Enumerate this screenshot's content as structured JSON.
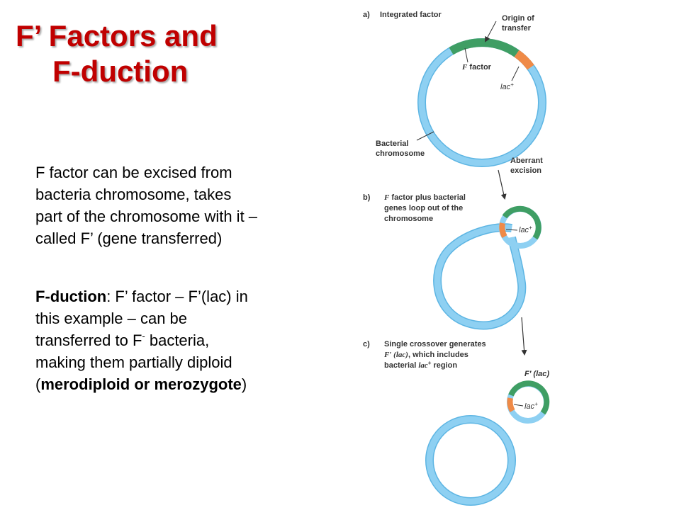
{
  "title": {
    "line1": "F’ Factors and",
    "line2": "F-duction"
  },
  "paragraph1": {
    "line1": "F factor can be excised from",
    "line2": "bacteria chromosome, takes",
    "line3": "part of the chromosome with it –",
    "line4": "called F’ (gene transferred)"
  },
  "paragraph2": {
    "term": "F-duction",
    "line1_rest": ": F’ factor – F’(lac) in",
    "line2": "this example – can be",
    "line3_pre": "transferred to F",
    "line3_sup": "-",
    "line3_post": " bacteria,",
    "line4": "making them partially diploid",
    "line5_open": "(",
    "line5_bold": "merodiploid or merozygote",
    "line5_close": ")"
  },
  "figure": {
    "panel_a": {
      "letter": "a)",
      "caption": "Integrated factor",
      "origin_line1": "Origin of",
      "origin_line2": "transfer",
      "f_factor_italic": "F",
      "f_factor_rest": " factor",
      "lac_italic": "lac",
      "lac_sup": "+",
      "chromosome_line1": "Bacterial",
      "chromosome_line2": "chromosome"
    },
    "aberrant_line1": "Aberrant",
    "aberrant_line2": "excision",
    "panel_b": {
      "letter": "b)",
      "line1_italic": "F",
      "line1_rest": " factor plus bacterial",
      "line2": "genes loop out of the",
      "line3": "chromosome",
      "lac_italic": "lac",
      "lac_sup": "+"
    },
    "panel_c": {
      "letter": "c)",
      "line1": "Single crossover generates",
      "line2_italic": "F′ (lac)",
      "line2_rest": ", which includes",
      "line3_pre": "bacterial ",
      "line3_italic": "lac",
      "line3_sup": "+",
      "line3_post": " region",
      "plasmid_label": "F′ (lac)",
      "lac_italic": "lac",
      "lac_sup": "+"
    },
    "colors": {
      "chromosome": "#8ed0f2",
      "chromosome_edge": "#5db5e3",
      "f_factor": "#3f9e64",
      "lac": "#ef8a47",
      "title": "#c00000",
      "label": "#333333"
    }
  }
}
